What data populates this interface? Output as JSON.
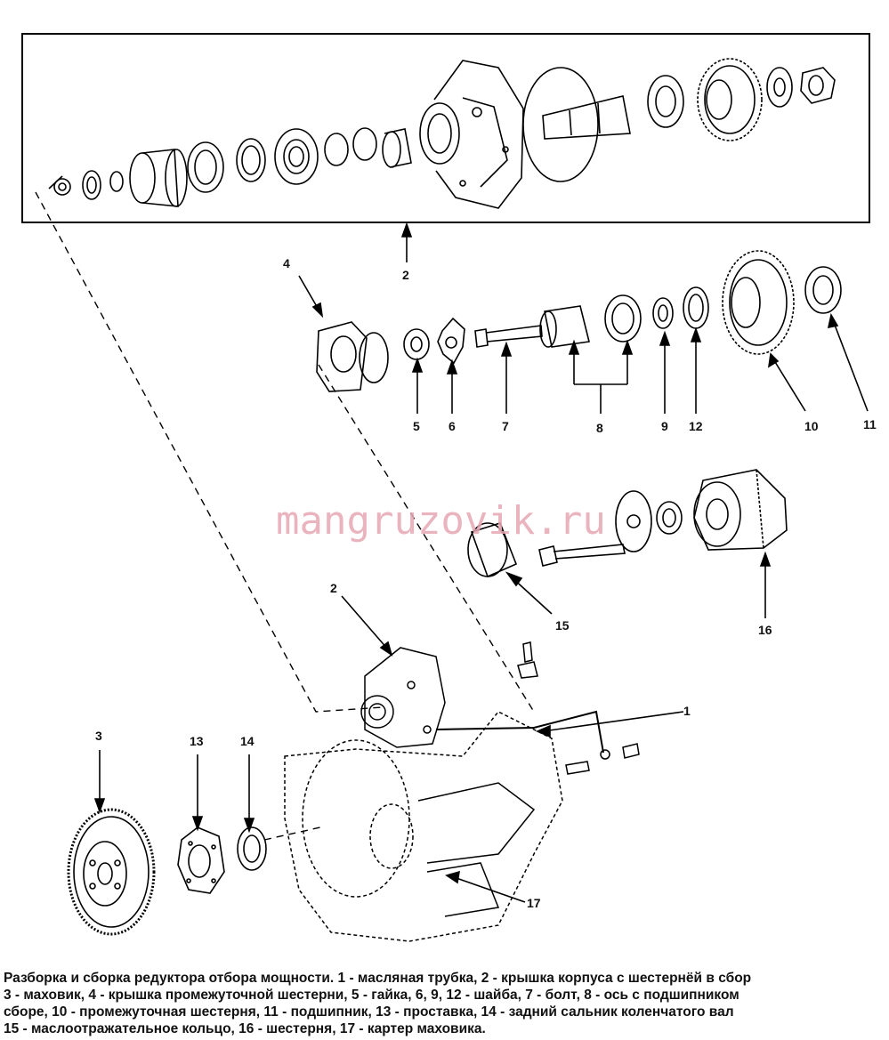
{
  "watermark": "mangruzovik.ru",
  "callouts": {
    "c1": "1",
    "c2_top": "2",
    "c2_mid": "2",
    "c3": "3",
    "c4": "4",
    "c5": "5",
    "c6": "6",
    "c7": "7",
    "c8": "8",
    "c9": "9",
    "c10": "10",
    "c11": "11",
    "c12": "12",
    "c13": "13",
    "c14": "14",
    "c15": "15",
    "c16": "16",
    "c17": "17"
  },
  "caption": {
    "line1": "Разборка и сборка редуктора отбора мощности. 1 - масляная трубка, 2 - крышка корпуса с шестернёй в сбор",
    "line2": "3 - маховик, 4 - крышка промежуточной шестерни, 5 - гайка, 6, 9, 12 - шайба, 7 - болт, 8 - ось с подшипником",
    "line3": "сборе, 10 - промежуточная шестерня, 11 - подшипник, 13 - проставка, 14 - задний сальник коленчатого вал",
    "line4": "15 - маслоотражательное кольцо, 16 - шестерня, 17 - картер маховика."
  }
}
